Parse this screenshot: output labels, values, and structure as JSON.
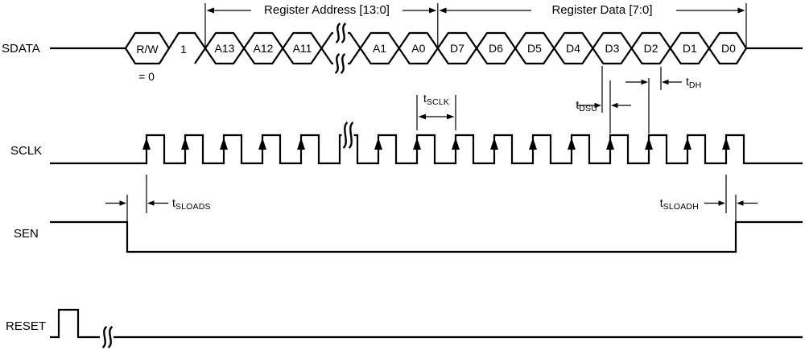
{
  "figure": {
    "title": "serial-write-timing-diagram",
    "colors": {
      "ink": "#000000",
      "background": "#ffffff"
    },
    "signals": {
      "sdata": "SDATA",
      "sclk": "SCLK",
      "sen": "SEN",
      "reset": "RESET"
    },
    "spans": {
      "address": "Register Address [13:0]",
      "data": "Register Data [7:0]"
    },
    "sdata": {
      "rw_label": "R/W",
      "rw_value": "= 0",
      "bit1_label": "1",
      "break_marker": "signal-break",
      "cells": [
        "A13",
        "A12",
        "A11",
        "A1",
        "A0",
        "D7",
        "D6",
        "D5",
        "D4",
        "D3",
        "D2",
        "D1",
        "D0"
      ]
    },
    "timing": {
      "tsclk": {
        "base": "t",
        "sub": "SCLK"
      },
      "tdsu": {
        "base": "t",
        "sub": "DSU"
      },
      "tdh": {
        "base": "t",
        "sub": "DH"
      },
      "tsloads": {
        "base": "t",
        "sub": "SLOADS"
      },
      "tsloadh": {
        "base": "t",
        "sub": "SLOADH"
      }
    }
  }
}
